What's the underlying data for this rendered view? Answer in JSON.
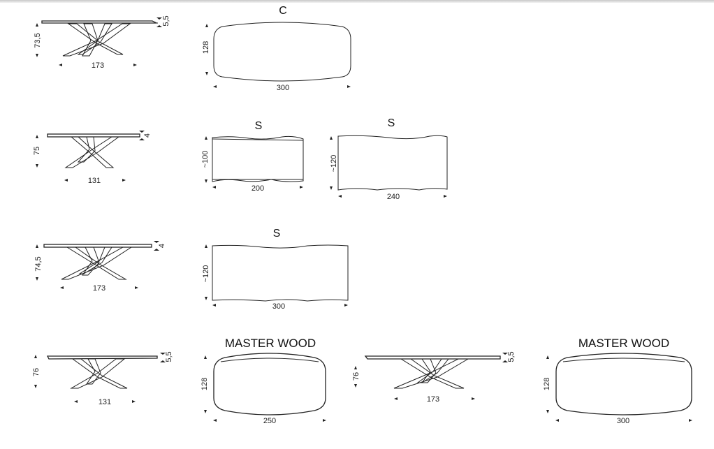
{
  "labels": {
    "top_c": "C",
    "s_1": "S",
    "s_2": "S",
    "s_3": "S",
    "master_wood_1": "MASTER WOOD",
    "master_wood_2": "MASTER WOOD"
  },
  "dims": {
    "r1_height": "73,5",
    "r1_thick": "5,5",
    "r1_base": "173",
    "r1_top_w": "128",
    "r1_top_l": "300",
    "r2_height": "75",
    "r2_thick": "4",
    "r2_base": "131",
    "r2_top1_w": "~100",
    "r2_top1_l": "200",
    "r2_top2_w": "~120",
    "r2_top2_l": "240",
    "r3_height": "74,5",
    "r3_thick": "4",
    "r3_base": "173",
    "r3_top_w": "~120",
    "r3_top_l": "300",
    "r4_height1": "76",
    "r4_thick1": "5,5",
    "r4_base1": "131",
    "r4_top1_w": "128",
    "r4_top1_l": "250",
    "r4_height2": "76",
    "r4_thick2": "5,5",
    "r4_base2": "173",
    "r4_top2_w": "128",
    "r4_top2_l": "300"
  }
}
